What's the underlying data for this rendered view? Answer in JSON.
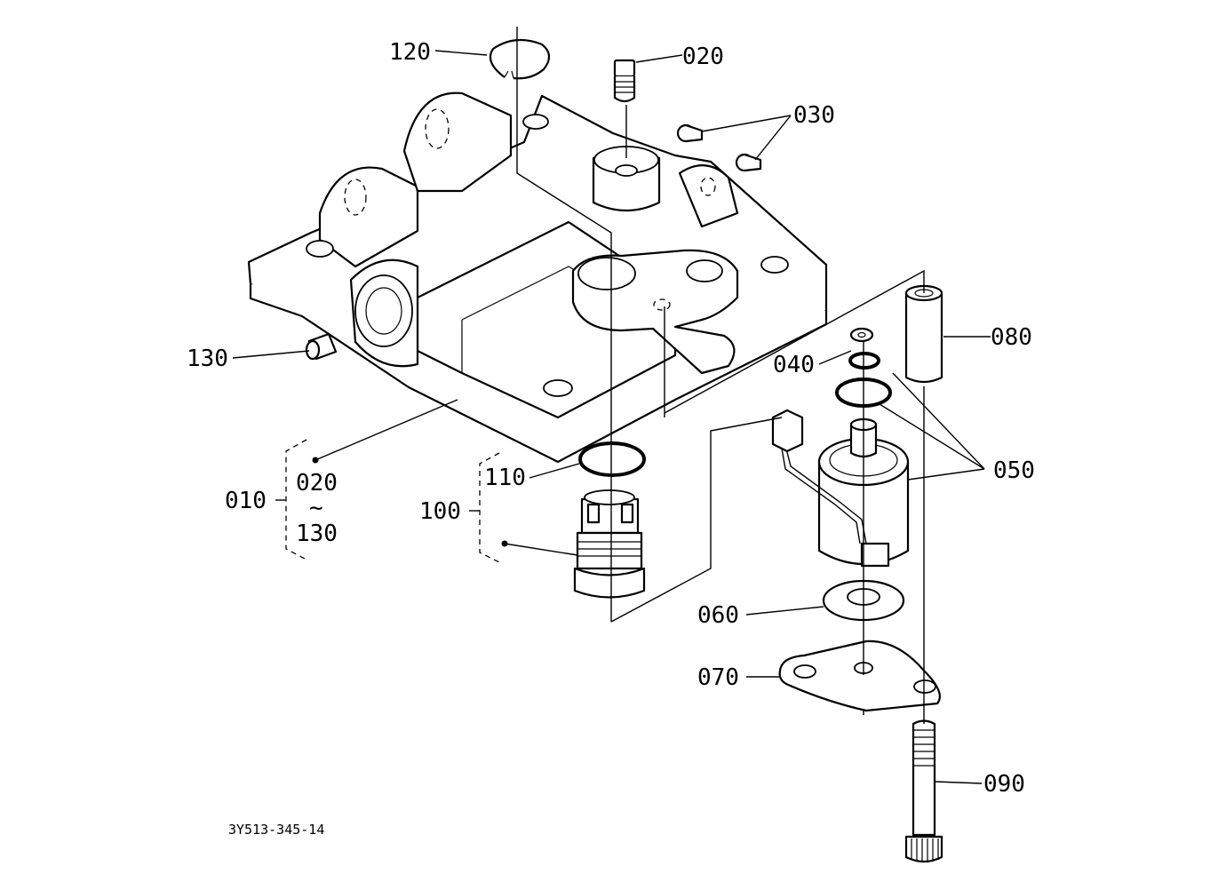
{
  "diagram": {
    "drawing_code": "3Y513-345-14",
    "callouts": [
      {
        "id": "120",
        "text": "120"
      },
      {
        "id": "020",
        "text": "020"
      },
      {
        "id": "030",
        "text": "030"
      },
      {
        "id": "130",
        "text": "130"
      },
      {
        "id": "080",
        "text": "080"
      },
      {
        "id": "040",
        "text": "040"
      },
      {
        "id": "050",
        "text": "050"
      },
      {
        "id": "110",
        "text": "110"
      },
      {
        "id": "100",
        "text": "100"
      },
      {
        "id": "060",
        "text": "060"
      },
      {
        "id": "070",
        "text": "070"
      },
      {
        "id": "090",
        "text": "090"
      }
    ],
    "group_010": {
      "label": "010",
      "range_start": "020",
      "range_sep": "~",
      "range_end": "130"
    }
  }
}
